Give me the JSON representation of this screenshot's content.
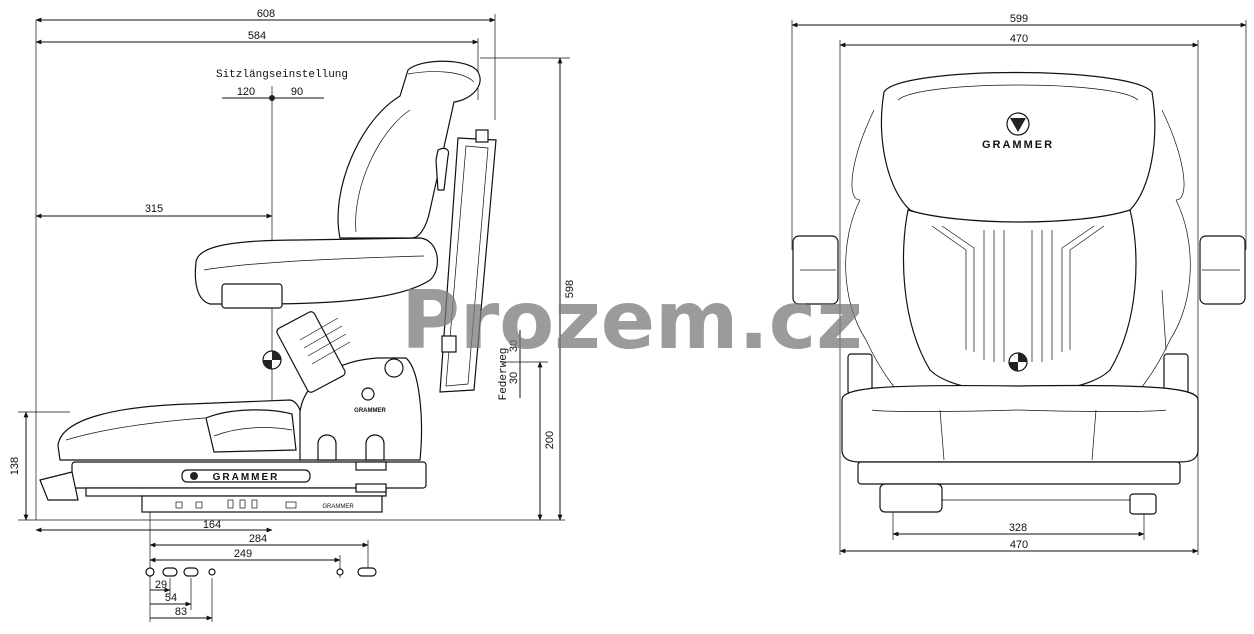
{
  "watermark": "Prozem.cz",
  "side_view": {
    "dims": {
      "total_length": "608",
      "length_584": "584",
      "length_315": "315",
      "height_598": "598",
      "height_200": "200",
      "height_138": "138",
      "base_164": "164",
      "base_284": "284",
      "base_249": "249",
      "hole_29": "29",
      "hole_54": "54",
      "hole_83": "83",
      "slide_fwd": "120",
      "slide_back": "90",
      "spring_up": "30",
      "spring_down": "30"
    },
    "labels": {
      "slide": "Sitzlängseinstellung",
      "spring": "Federweg"
    },
    "brand_base": "GRAMMER",
    "brand_body": "GRAMMER",
    "brand_plate": "GRAMMER"
  },
  "front_view": {
    "dims": {
      "width_599": "599",
      "width_470_top": "470",
      "width_328": "328",
      "width_470_bottom": "470"
    },
    "brand": "GRAMMER"
  }
}
